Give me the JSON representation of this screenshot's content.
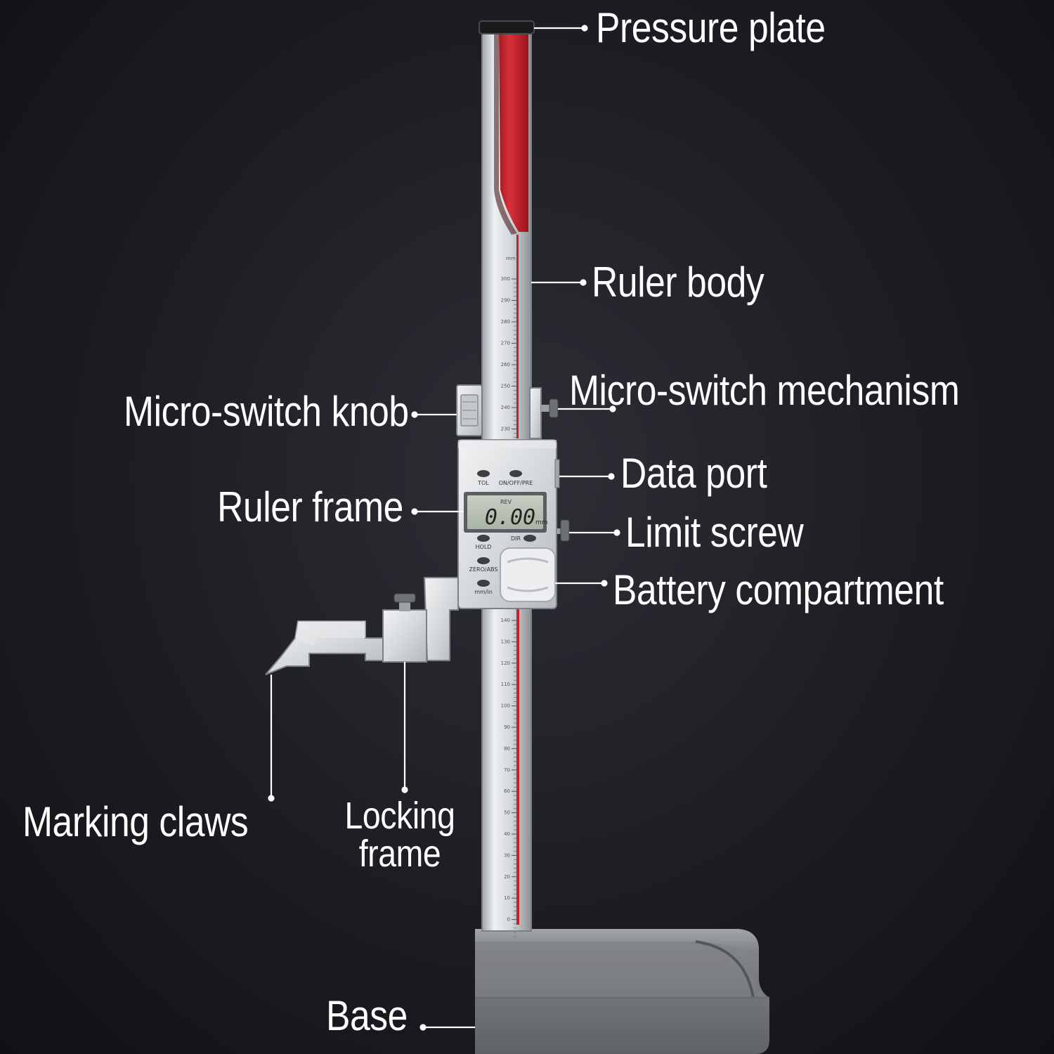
{
  "labels": {
    "pressure_plate": "Pressure plate",
    "ruler_body": "Ruler body",
    "micro_switch_knob": "Micro-switch knob",
    "micro_switch_mechanism": "Micro-switch mechanism",
    "data_port": "Data port",
    "ruler_frame": "Ruler frame",
    "limit_screw": "Limit screw",
    "battery_compartment": "Battery compartment",
    "marking_claws": "Marking claws",
    "locking_frame_line1": "Locking",
    "locking_frame_line2": "frame",
    "base": "Base"
  },
  "display": {
    "reading": "0.00",
    "unit": "mm",
    "top_tag": "REV",
    "buttons": {
      "tol": "TOL",
      "on_off_pre": "ON/OFF/PRE",
      "hold": "HOLD",
      "dir": "DIR",
      "zero_abs": "ZERO/ABS",
      "mm_in": "mm/in"
    }
  },
  "scale_upper": {
    "unit": "mm",
    "ticks": [
      "300",
      "290",
      "280",
      "270",
      "260",
      "250",
      "240",
      "230"
    ]
  },
  "scale_lower": {
    "ticks": [
      "140",
      "130",
      "120",
      "110",
      "100",
      "90",
      "80",
      "70",
      "60",
      "50",
      "40",
      "30",
      "20",
      "10",
      "0"
    ]
  },
  "colors": {
    "background": "#1c1c22",
    "label_text": "#ffffff",
    "ruler_red": "#c8202a",
    "steel": "#d9dcdf",
    "lcd": "#b9c2b6",
    "base_gray": "#8a8d90"
  }
}
